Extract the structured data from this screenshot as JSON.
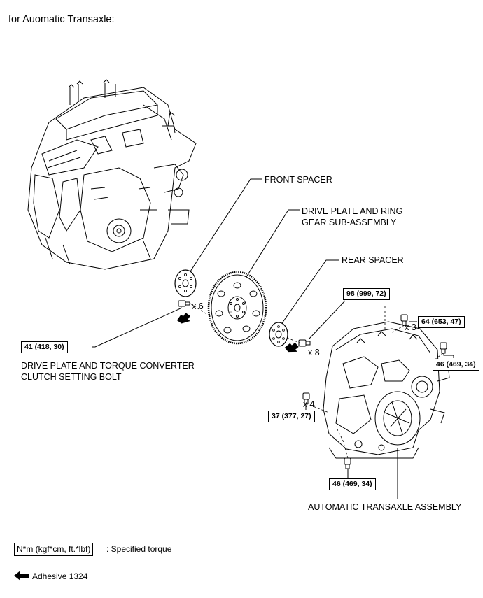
{
  "title": "for Auomatic Transaxle:",
  "labels": {
    "front_spacer": "FRONT SPACER",
    "drive_plate_line1": "DRIVE PLATE AND RING",
    "drive_plate_line2": "GEAR SUB-ASSEMBLY",
    "rear_spacer": "REAR SPACER",
    "bolt_line1": "DRIVE PLATE AND TORQUE CONVERTER",
    "bolt_line2": "CLUTCH SETTING BOLT",
    "transaxle": "AUTOMATIC TRANSAXLE ASSEMBLY"
  },
  "torques": {
    "drive_plate_bolt": "41 (418, 30)",
    "rear_spacer_bolt": "98 (999, 72)",
    "top_bolt": "64 (653, 47)",
    "side_bolt": "46 (469, 34)",
    "left_bolt": "37 (377, 27)",
    "bottom_bolt": "46 (469, 34)"
  },
  "quantities": {
    "drive_plate_bolts": "x 6",
    "rear_spacer_bolts": "x 8",
    "top_bolts": "x 3",
    "left_bolts": "x 4"
  },
  "legend": {
    "torque_units": "N*m (kgf*cm, ft.*lbf)",
    "torque_desc": ": Specified torque",
    "adhesive": "Adhesive 1324"
  }
}
